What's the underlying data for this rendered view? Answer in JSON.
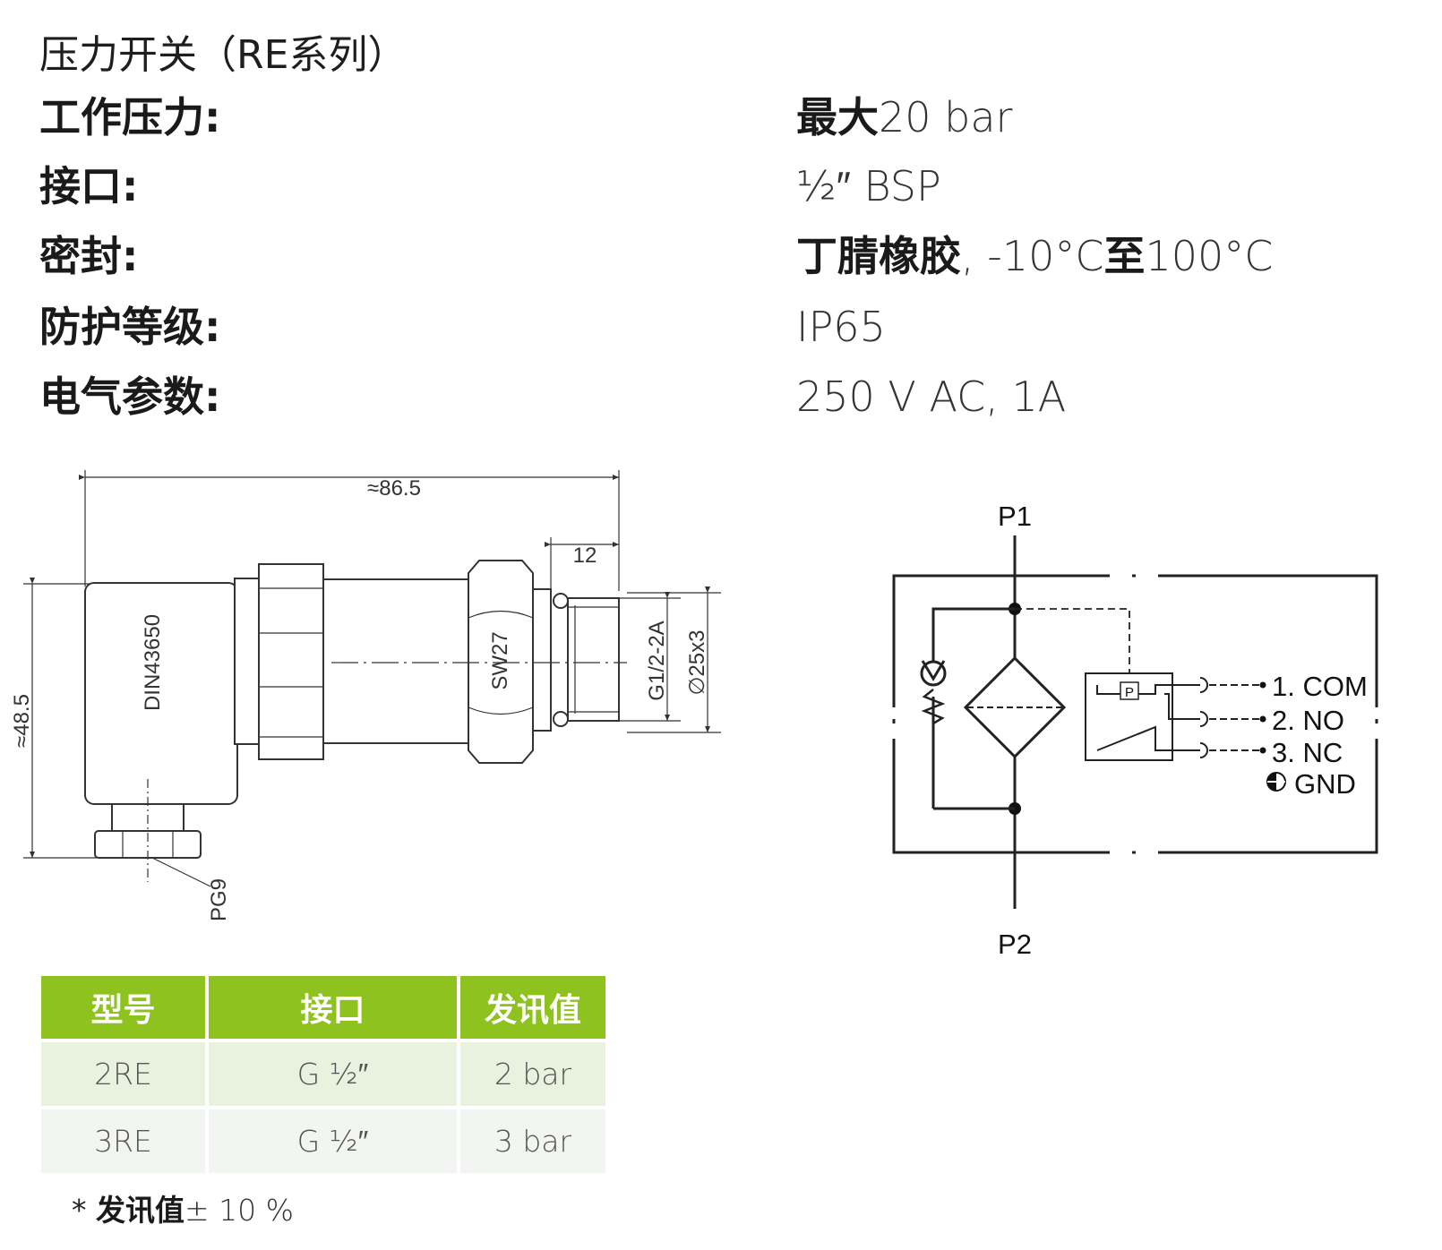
{
  "title": "压力开关（RE系列）",
  "specs": [
    {
      "label": "工作压力:",
      "value_cn": "最大",
      "value_rest": "20 bar",
      "value_cn2": "",
      "value_rest2": ""
    },
    {
      "label": "接口:",
      "value_cn": "",
      "value_rest": "½″ BSP",
      "value_cn2": "",
      "value_rest2": ""
    },
    {
      "label": "密封:",
      "value_cn": "丁腈橡胶",
      "value_rest": ", -10°C",
      "value_cn2": "至",
      "value_rest2": "100°C"
    },
    {
      "label": "防护等级:",
      "value_cn": "",
      "value_rest": "IP65",
      "value_cn2": "",
      "value_rest2": ""
    },
    {
      "label": "电气参数:",
      "value_cn": "",
      "value_rest": "250 V AC, 1A",
      "value_cn2": "",
      "value_rest2": ""
    }
  ],
  "drawing": {
    "dim_length": "≈86.5",
    "dim_thread": "12",
    "dim_height": "≈48.5",
    "connector_label": "DIN43650",
    "wrench": "SW27",
    "thread": "G1/2-2A",
    "diameter": "∅25x3",
    "gland": "PG9"
  },
  "schematic": {
    "p1": "P1",
    "p2": "P2",
    "p_box": "P",
    "terminals": [
      "1. COM",
      "2. NO",
      "3. NC"
    ],
    "gnd": "GND"
  },
  "table": {
    "headers": [
      "型号",
      "接口",
      "发讯值"
    ],
    "rows": [
      [
        "2RE",
        "G ½″",
        "2 bar"
      ],
      [
        "3RE",
        "G ½″",
        "3 bar"
      ]
    ]
  },
  "note": {
    "prefix": "* ",
    "cn": "发讯值",
    "rest": "± 10 %"
  }
}
